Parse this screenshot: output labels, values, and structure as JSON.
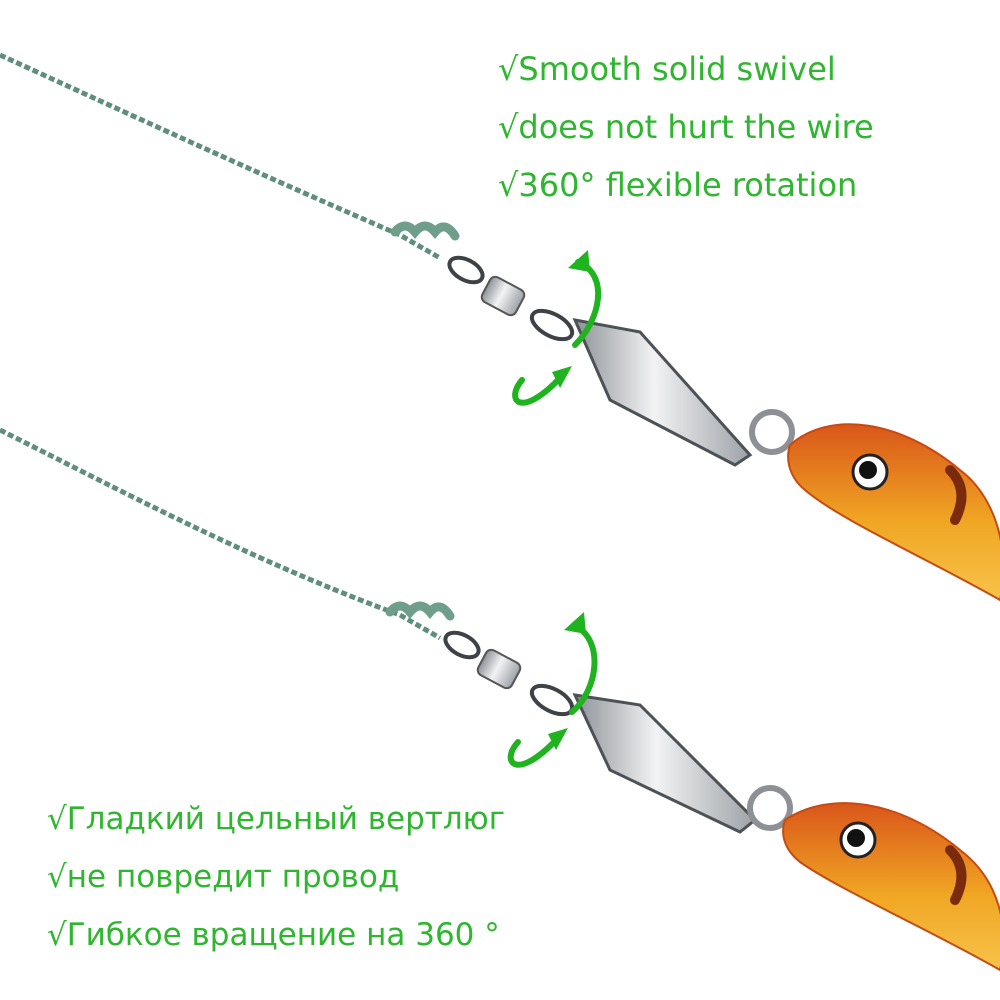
{
  "colors": {
    "text": "#2fb52f",
    "arrow": "#1fb41f",
    "line": "#5f8f7c",
    "metal": "#bfc3c7",
    "lure_top": "#d9561a",
    "lure_body": "#f0a623"
  },
  "features_en": [
    "√Smooth solid swivel",
    "√does not hurt the wire",
    "√360° flexible rotation"
  ],
  "features_ru": [
    "√Гладкий цельный вертлюг",
    "√не повредит провод",
    "√Гибкое вращение на 360 °"
  ],
  "icons": [
    "rotation-arrow-icon"
  ]
}
